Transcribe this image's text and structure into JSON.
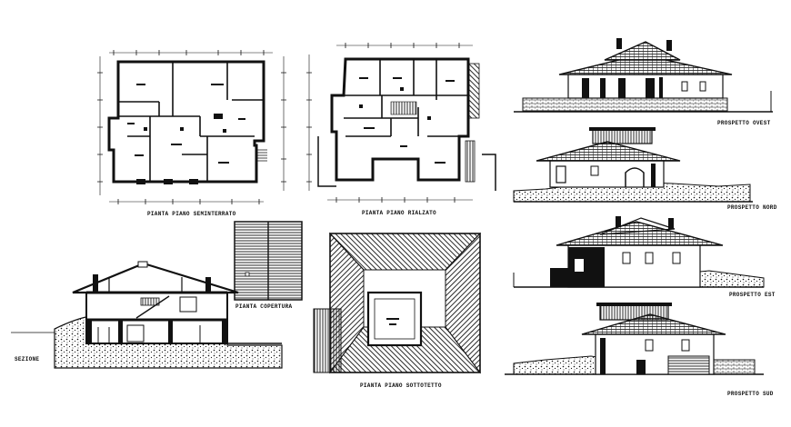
{
  "sheet": {
    "background": "#ffffff",
    "ink": "#111111",
    "captions": {
      "plan_basement": "PIANTA PIANO SEMINTERRATO",
      "plan_ground": "PIANTA PIANO RIALZATO",
      "plan_roof": "PIANTA COPERTURA",
      "plan_attic": "PIANTA PIANO SOTTOTETTO",
      "section": "SEZIONE",
      "elev_west": "PROSPETTO OVEST",
      "elev_north": "PROSPETTO NORD",
      "elev_east": "PROSPETTO EST",
      "elev_south": "PROSPETTO SUD"
    }
  }
}
